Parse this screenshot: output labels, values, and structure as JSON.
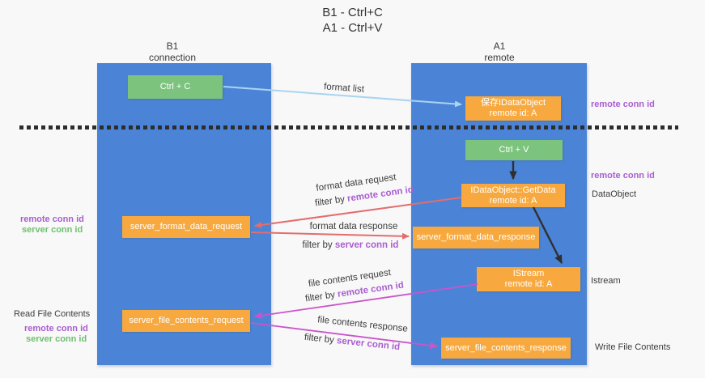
{
  "title": {
    "line1": "B1 - Ctrl+C",
    "line2": "A1 - Ctrl+V"
  },
  "lifelines": {
    "left": {
      "name": "B1",
      "role": "connection"
    },
    "right": {
      "name": "A1",
      "role": "remote"
    }
  },
  "boxes": {
    "ctrl_c": {
      "label": "Ctrl + C"
    },
    "ctrl_v": {
      "label": "Ctrl + V"
    },
    "save_dataobject": {
      "line1": "保存IDataObject",
      "line2": "remote id: A"
    },
    "getdata": {
      "line1": "IDataObject::GetData",
      "line2": "remote id: A"
    },
    "istream": {
      "line1": "IStream",
      "line2": "remote id: A"
    },
    "format_request": {
      "label": "server_format_data_request"
    },
    "format_response": {
      "label": "server_format_data_response"
    },
    "file_request": {
      "label": "server_file_contents_request"
    },
    "file_response": {
      "label": "server_file_contents_response"
    }
  },
  "flows": {
    "format_list": "format list",
    "format_data_request": "format data request",
    "format_data_response": "format data response",
    "file_contents_request": "file contents request",
    "file_contents_response": "file contents response",
    "filter_by": "filter by "
  },
  "labels": {
    "remote_conn_id": "remote conn id",
    "server_conn_id": "server conn id",
    "read_file_contents": "Read File Contents",
    "write_file_contents": "Write File Contents",
    "dataobject": "DataObject",
    "istream": "Istream"
  },
  "colors": {
    "column_blue": "#4b84d6",
    "box_orange": "#f7a93f",
    "box_green": "#7cc47e",
    "arrow_lightblue": "#a9d4f1",
    "arrow_black": "#2f2f2f",
    "arrow_red": "#e36d6d",
    "arrow_magenta": "#cb54cb",
    "text_purple": "#a95ed0",
    "text_green": "#6fc06f"
  }
}
